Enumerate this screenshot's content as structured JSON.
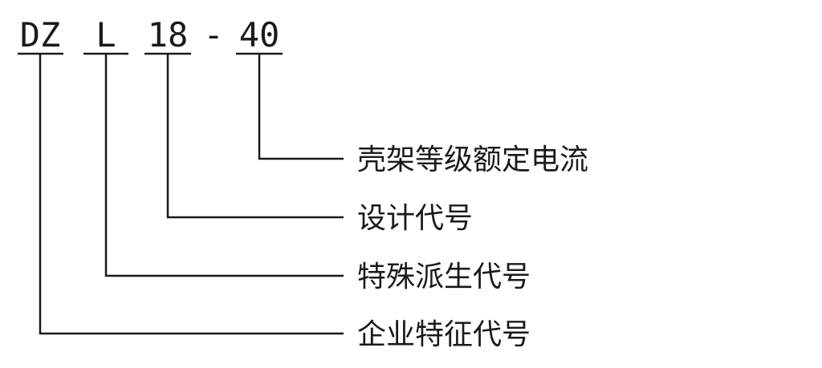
{
  "model_code": {
    "segments": [
      {
        "id": "dz",
        "text": "DZ"
      },
      {
        "id": "l",
        "text": "L"
      },
      {
        "id": "18",
        "text": "18"
      },
      {
        "id": "40",
        "text": "40"
      }
    ],
    "separator": "-"
  },
  "labels": [
    {
      "id": "frame-current",
      "text": "壳架等级额定电流",
      "points_to": "40"
    },
    {
      "id": "design-code",
      "text": "设计代号",
      "points_to": "18"
    },
    {
      "id": "special-derived-code",
      "text": "特殊派生代号",
      "points_to": "L"
    },
    {
      "id": "enterprise-code",
      "text": "企业特征代号",
      "points_to": "DZ"
    }
  ],
  "colors": {
    "ink": "#1a1a1a",
    "background": "#ffffff"
  }
}
